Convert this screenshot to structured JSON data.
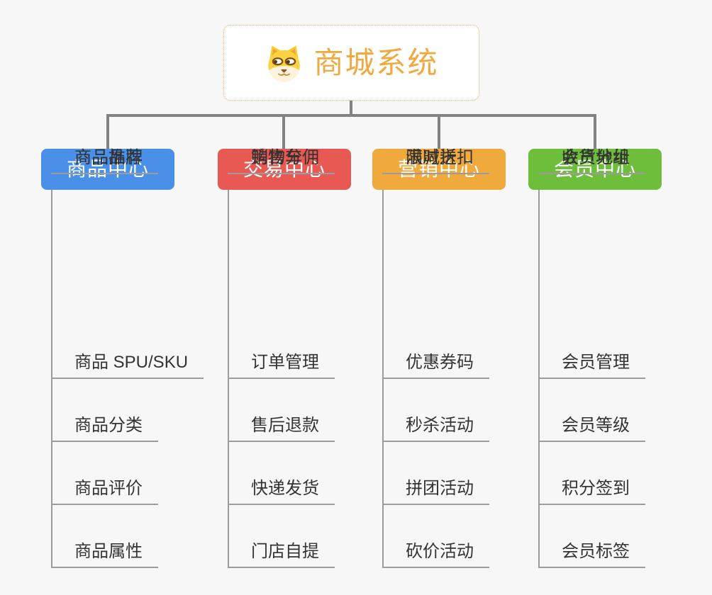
{
  "canvas": {
    "background": "#F7F7F8"
  },
  "root": {
    "title": "商城系统",
    "icon": "doge-icon",
    "title_color": "#F0A93F",
    "border_color": "#EFAE57"
  },
  "connectors": {
    "tree_color": "#828282",
    "leaf_line_color": "#9C9C9C"
  },
  "branches": [
    {
      "label": "商品中心",
      "color": "#4A90E8",
      "items": [
        "商品 SPU/SKU",
        "商品分类",
        "商品评价",
        "商品属性",
        "商品推荐",
        "商品品牌"
      ]
    },
    {
      "label": "交易中心",
      "color": "#E85953",
      "items": [
        "订单管理",
        "售后退款",
        "快递发货",
        "门店自提",
        "购物车",
        "销售分佣"
      ]
    },
    {
      "label": "营销中心",
      "color": "#EFA93C",
      "items": [
        "优惠券码",
        "秒杀活动",
        "拼团活动",
        "砍价活动",
        "限时折扣",
        "满减送"
      ]
    },
    {
      "label": "会员中心",
      "color": "#6EBE3C",
      "items": [
        "会员管理",
        "会员等级",
        "积分签到",
        "会员标签",
        "会员分组",
        "收货地址"
      ]
    }
  ]
}
